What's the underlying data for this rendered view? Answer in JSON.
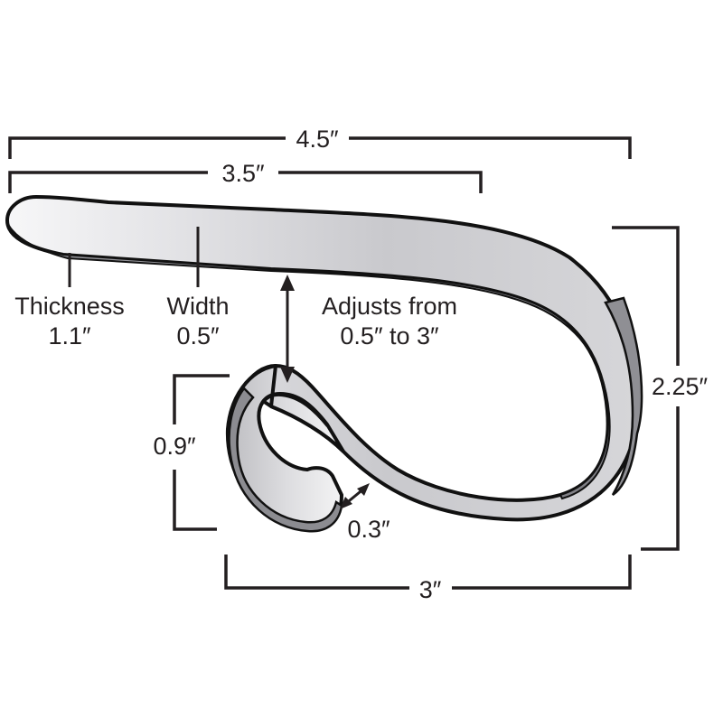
{
  "diagram": {
    "subject": "Curved metal clip (S-shaped spring band) with dimensions",
    "colors": {
      "line": "#231f20",
      "metal_light": "#f2f2f4",
      "metal_mid": "#c8c8cc",
      "metal_edge": "#8e8e93",
      "background": "#ffffff"
    },
    "dimensions": {
      "overall_length": "4.5″",
      "straight_length": "3.5″",
      "height": "2.25″",
      "bottom_width": "3″",
      "curl_height": "0.9″",
      "gap": "0.3″"
    },
    "callouts": {
      "thickness": {
        "label": "Thickness",
        "value": "1.1″"
      },
      "width": {
        "label": "Width",
        "value": "0.5″"
      },
      "adjusts": {
        "line1": "Adjusts from",
        "line2": "0.5″ to 3″"
      }
    }
  }
}
